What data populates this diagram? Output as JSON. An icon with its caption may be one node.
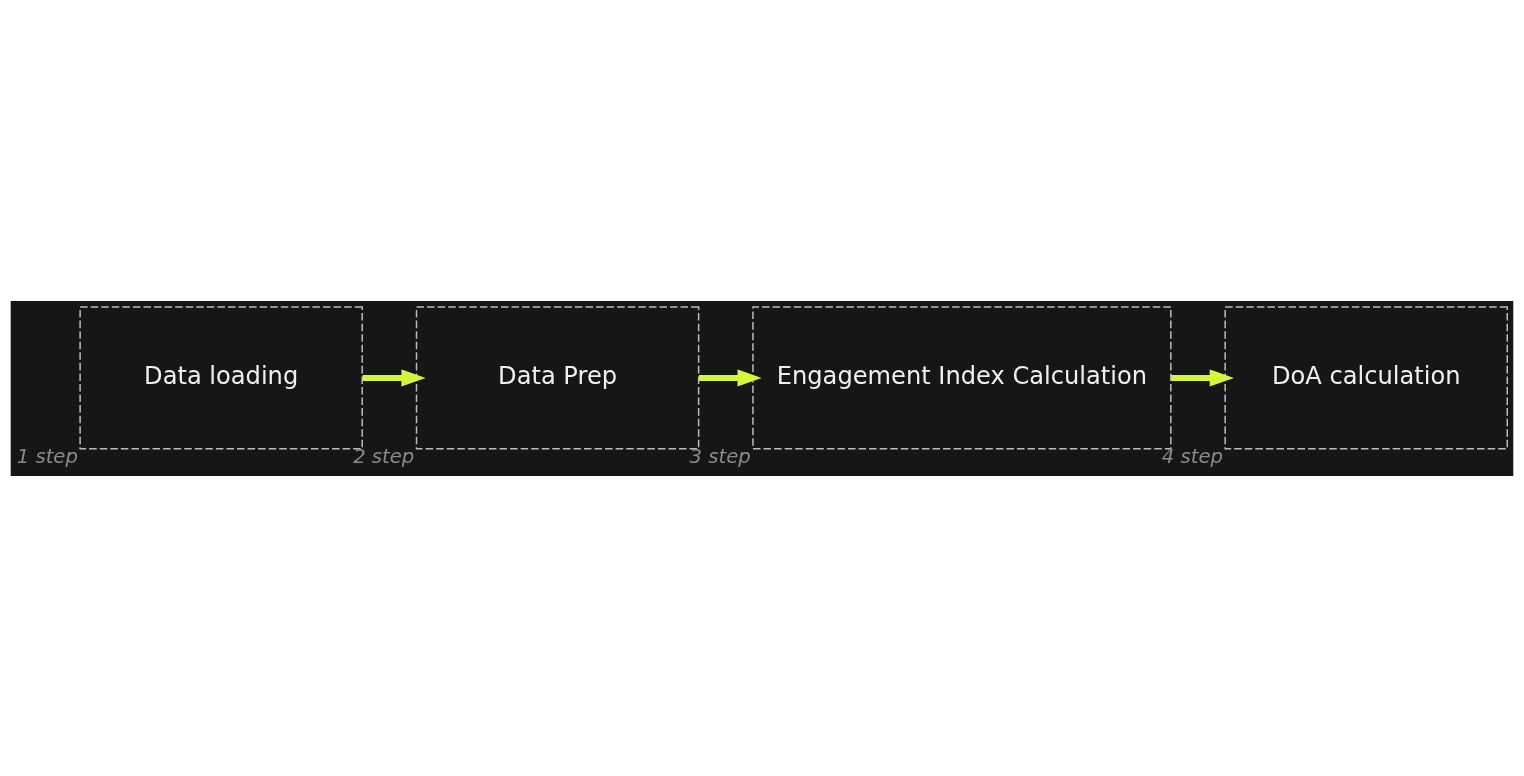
{
  "diagram": {
    "nodes": [
      {
        "text": [
          "Data loading"
        ],
        "beside": [
          "1 step"
        ]
      },
      {
        "text": [
          "Data Prep"
        ],
        "beside": [
          "2 step"
        ]
      },
      {
        "text": [
          "Engagement Index Calculation"
        ],
        "beside": [
          "3 step"
        ]
      },
      {
        "text": [
          "DoA calculation"
        ],
        "beside": [
          "4 step"
        ]
      }
    ],
    "edges": [
      {
        "from": 0,
        "to": 1,
        "arrow": "to"
      },
      {
        "from": 1,
        "to": 2,
        "arrow": "to"
      },
      {
        "from": 2,
        "to": 3,
        "arrow": "to"
      }
    ]
  }
}
